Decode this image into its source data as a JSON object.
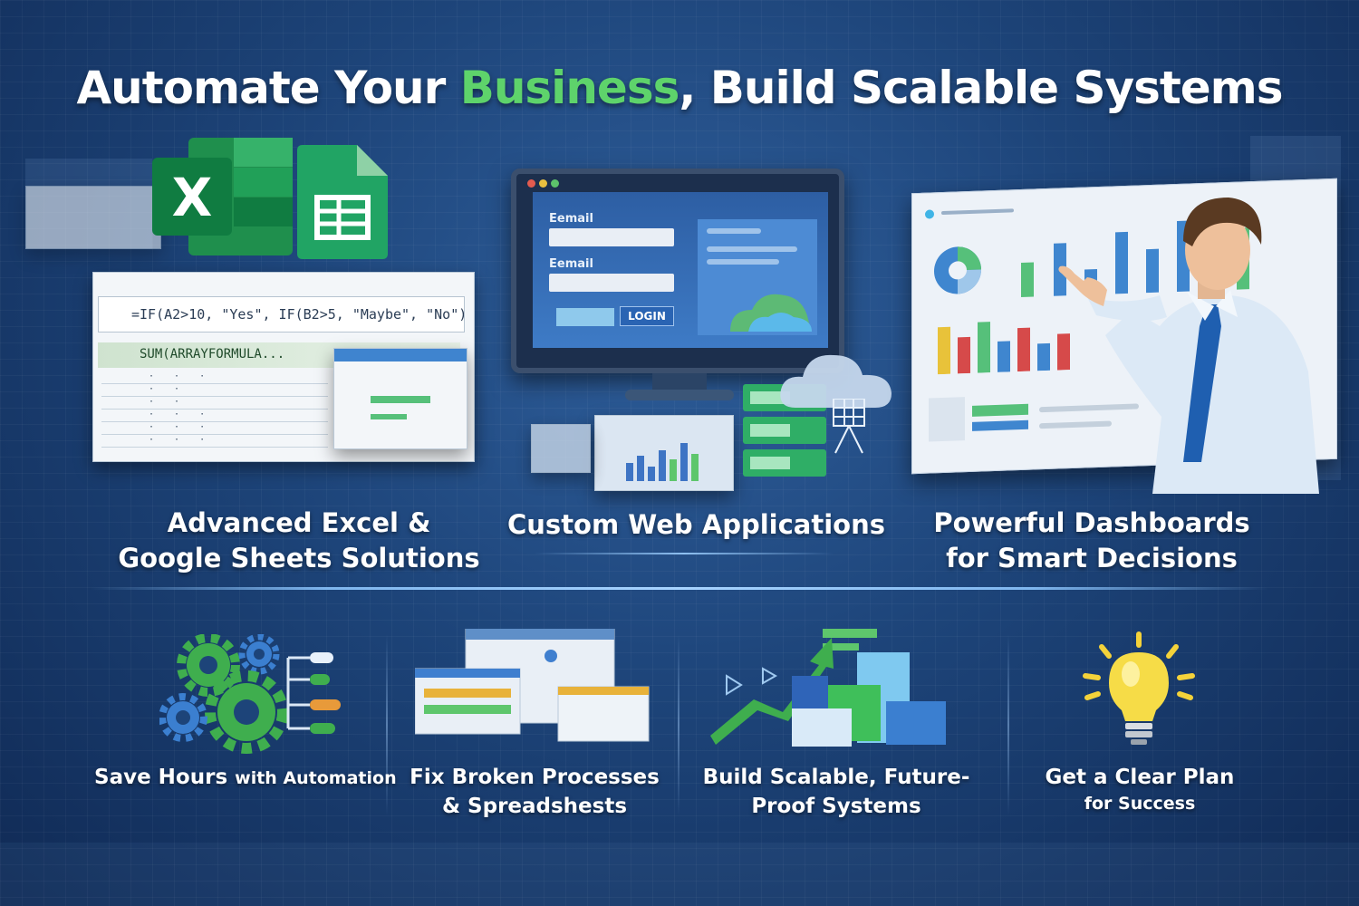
{
  "title": {
    "part1": "Automate Your ",
    "highlight": "Business",
    "part2": ", Build Scalable Systems"
  },
  "spreadsheet": {
    "formula": "=IF(A2>10, \"Yes\", IF(B2>5, \"Maybe\", \"No\"),",
    "sumarray": "SUM(ARRAYFORMULA..."
  },
  "login": {
    "email_label_1": "Eemail",
    "email_label_2": "Eemail",
    "button": "LOGIN"
  },
  "sections": {
    "excel": {
      "line1": "Advanced Excel &",
      "line2": "Google Sheets Solutions"
    },
    "web": {
      "line1": "Custom Web Applications"
    },
    "dashboards": {
      "line1": "Powerful Dashboards",
      "line2": "for Smart Decisions"
    }
  },
  "features": {
    "automation": {
      "main": "Save Hours ",
      "small": "with Automation"
    },
    "fix": {
      "line1": "Fix Broken Processes",
      "line2": "& Spreadshests"
    },
    "scalable": {
      "line1": "Build Scalable, Future-",
      "line2": "Proof Systems"
    },
    "plan": {
      "line1": "Get a Clear Plan",
      "line2": "for Success"
    }
  },
  "colors": {
    "accent_green": "#5ed36b",
    "background": "#1d4479",
    "bulb": "#f4d23a"
  },
  "icons": [
    "excel-icon",
    "google-sheets-icon",
    "gears-icon",
    "windows-icon",
    "growth-chart-icon",
    "lightbulb-icon",
    "cloud-icon",
    "server-icon"
  ]
}
